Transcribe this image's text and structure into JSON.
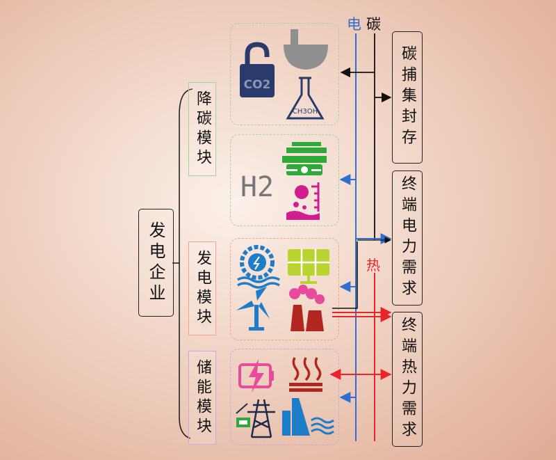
{
  "root_label": "发电企业",
  "modules": [
    {
      "label": "降碳模块",
      "color": "#9ed59a"
    },
    {
      "label": "发电模块",
      "color": "#f2a484"
    },
    {
      "label": "储能模块",
      "color": "#c9a9dd"
    }
  ],
  "flow_labels": {
    "electricity": "电",
    "carbon": "碳",
    "heat": "热"
  },
  "demand_boxes": [
    "碳捕集封存",
    "终端电力需求",
    "终端热力需求"
  ],
  "co2_text": "CO2",
  "ch3oh_text": "CH3OH",
  "h2_text": "H2",
  "colors": {
    "electricity": "#2f6fd0",
    "carbon": "#111111",
    "heat": "#e8262a",
    "icon_gray": "#8f8f8f",
    "icon_navy": "#2a3a6a",
    "icon_green": "#2faa3a",
    "icon_magenta": "#d11e8e",
    "icon_blue": "#1e7cc8",
    "icon_yellowgreen": "#b9d430",
    "icon_darkred": "#b0271f",
    "icon_pink": "#e84a9c"
  },
  "icons": [
    "unlock-co2-icon",
    "capture-funnel-icon",
    "methanol-flask-icon",
    "hydrogen-h2-icon",
    "electrolyzer-icon",
    "chemical-tank-icon",
    "hydro-turbine-icon",
    "solar-panel-icon",
    "wind-turbine-icon",
    "power-plant-icon",
    "battery-charging-icon",
    "heat-storage-icon",
    "transmission-tower-icon",
    "hydro-dam-icon"
  ]
}
